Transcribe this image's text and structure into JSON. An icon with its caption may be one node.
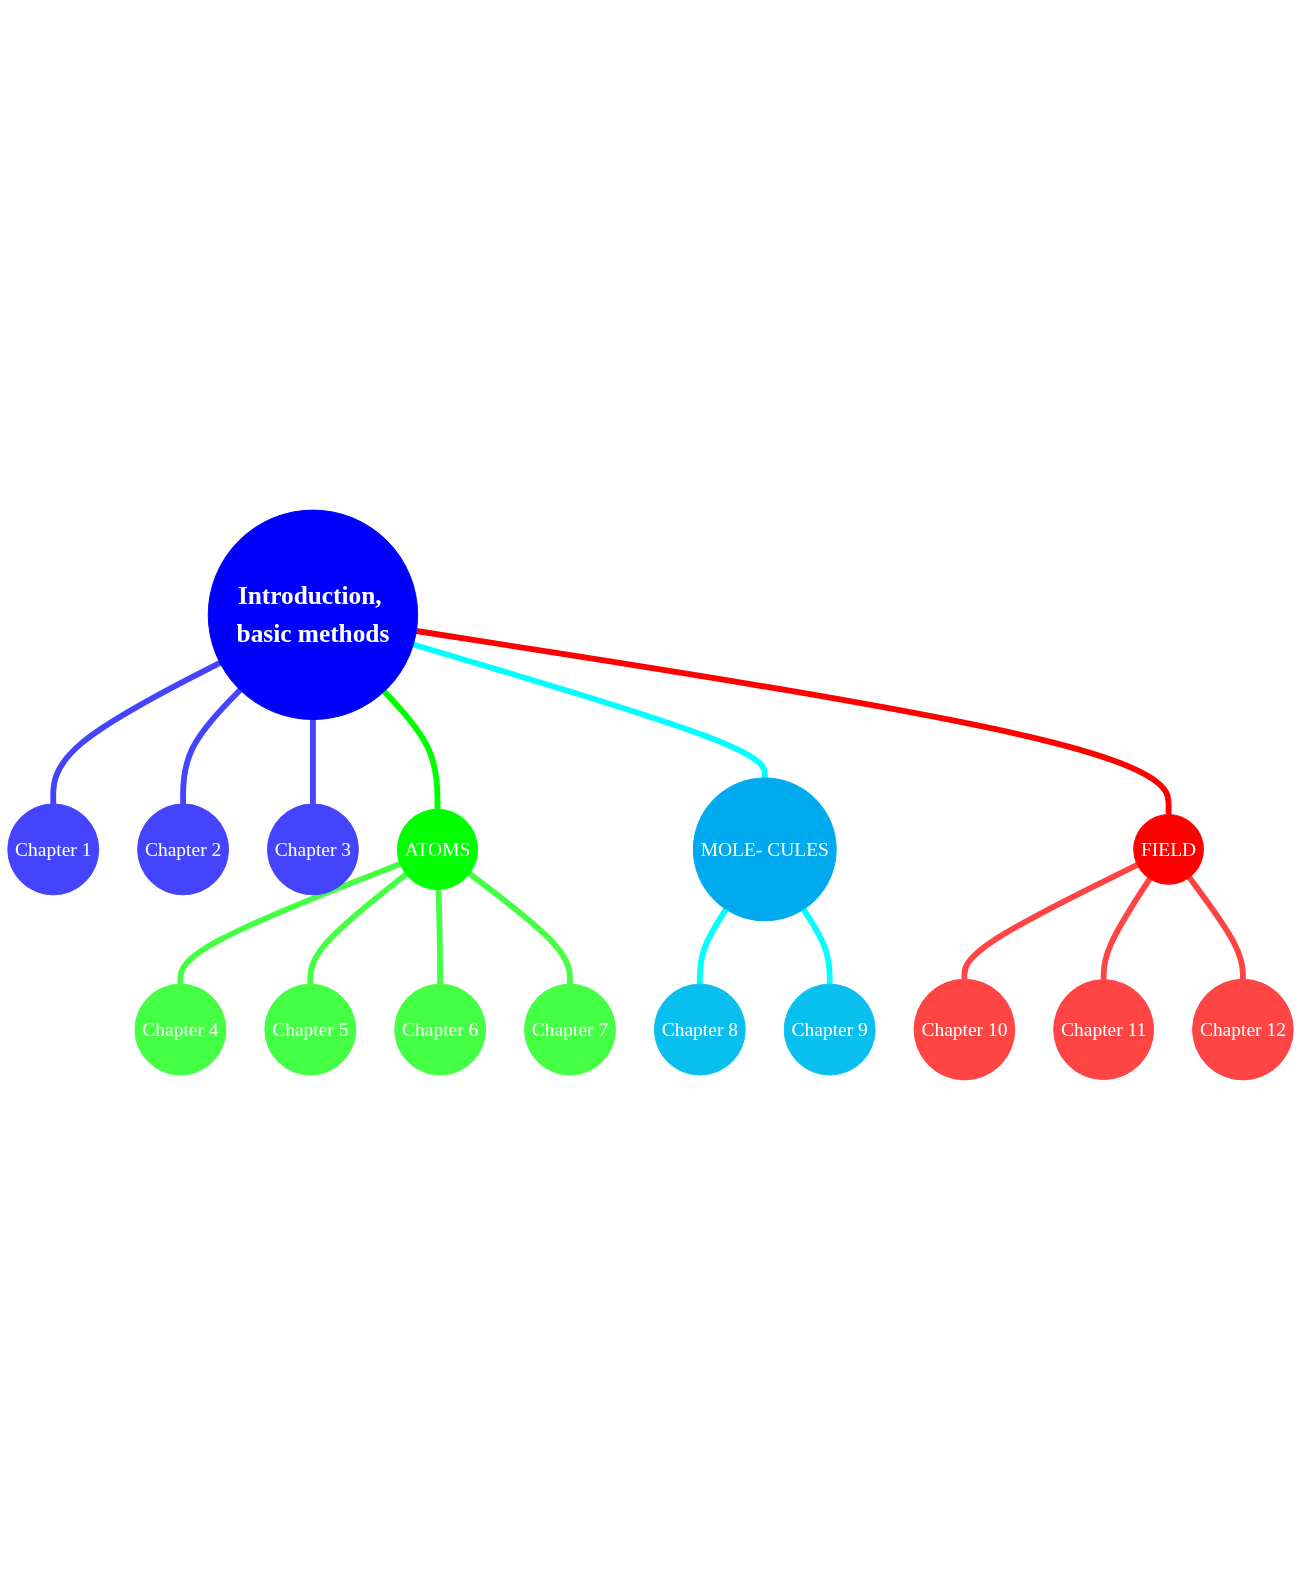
{
  "diagram": {
    "nodes": [
      {
        "text": [
          "Introduction, basic methods"
        ]
      },
      {
        "text": [
          "Chapter 1"
        ]
      },
      {
        "text": [
          "Chapter 2"
        ]
      },
      {
        "text": [
          "Chapter 3"
        ]
      },
      {
        "text": [
          "ATOMS"
        ]
      },
      {
        "text": [
          "Chapter 4"
        ]
      },
      {
        "text": [
          "Chapter 5"
        ]
      },
      {
        "text": [
          "Chapter 6"
        ]
      },
      {
        "text": [
          "Chapter 7"
        ]
      },
      {
        "text": [
          "MOLE- CULES"
        ]
      },
      {
        "text": [
          "Chapter 8"
        ]
      },
      {
        "text": [
          "Chapter 9"
        ]
      },
      {
        "text": [
          "FIELD"
        ]
      },
      {
        "text": [
          "Chapter 10"
        ]
      },
      {
        "text": [
          "Chapter 11"
        ]
      },
      {
        "text": [
          "Chapter 12"
        ]
      }
    ],
    "edges": [
      {
        "from": 0,
        "to": 1,
        "arrow": "none",
        "color": "#4444ff"
      },
      {
        "from": 0,
        "to": 2,
        "arrow": "none",
        "color": "#4444ff"
      },
      {
        "from": 0,
        "to": 3,
        "arrow": "none",
        "color": "#4444ff"
      },
      {
        "from": 0,
        "to": 4,
        "arrow": "none",
        "color": "#00ff00"
      },
      {
        "from": 4,
        "to": 5,
        "arrow": "none",
        "color": "#44ff44"
      },
      {
        "from": 4,
        "to": 6,
        "arrow": "none",
        "color": "#44ff44"
      },
      {
        "from": 4,
        "to": 7,
        "arrow": "none",
        "color": "#44ff44"
      },
      {
        "from": 4,
        "to": 8,
        "arrow": "none",
        "color": "#44ff44"
      },
      {
        "from": 0,
        "to": 9,
        "arrow": "none",
        "color": "#00ffff"
      },
      {
        "from": 9,
        "to": 10,
        "arrow": "none",
        "color": "#00ffff"
      },
      {
        "from": 9,
        "to": 11,
        "arrow": "none",
        "color": "#00ffff"
      },
      {
        "from": 0,
        "to": 12,
        "arrow": "none",
        "color": "#ff0000"
      },
      {
        "from": 12,
        "to": 13,
        "arrow": "none",
        "color": "#ff4444"
      },
      {
        "from": 12,
        "to": 14,
        "arrow": "none",
        "color": "#ff4444"
      },
      {
        "from": 12,
        "to": 15,
        "arrow": "none",
        "color": "#ff4444"
      }
    ]
  }
}
